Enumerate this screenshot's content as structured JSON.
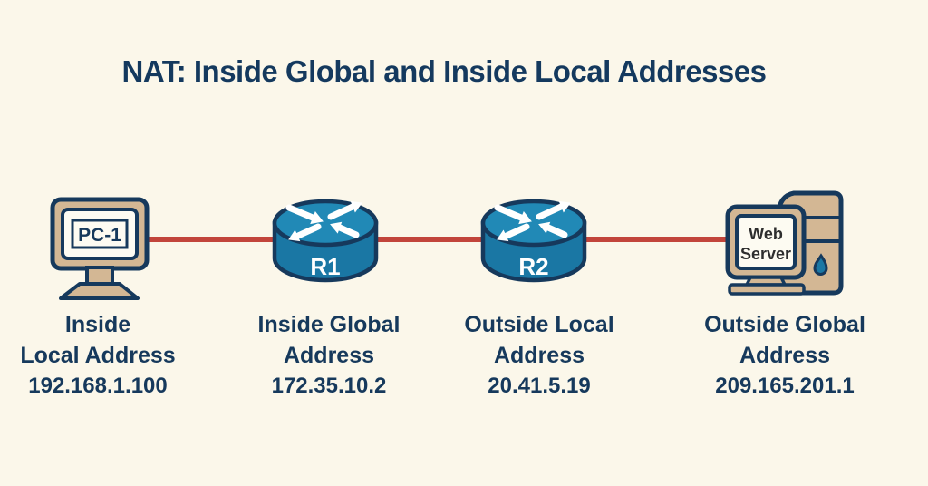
{
  "title": "NAT: Inside Global and Inside Local Addresses",
  "colors": {
    "background": "#fbf7ea",
    "navy_outline": "#16395c",
    "router_teal": "#1a77a4",
    "router_teal_top": "#2189b6",
    "device_tan": "#d3b794",
    "screen_white": "#fdfbf2",
    "link_red": "#c2453b",
    "server_text": "#2e2e2e"
  },
  "devices": [
    {
      "id": "pc",
      "label": "PC-1",
      "icon": "desktop-computer"
    },
    {
      "id": "r1",
      "label": "R1",
      "icon": "router"
    },
    {
      "id": "r2",
      "label": "R2",
      "icon": "router"
    },
    {
      "id": "web-server",
      "label_line1": "Web",
      "label_line2": "Server",
      "icon": "server-tower"
    }
  ],
  "connections": [
    {
      "from": "PC-1",
      "to": "R1"
    },
    {
      "from": "R1",
      "to": "R2"
    },
    {
      "from": "R2",
      "to": "Web Server"
    }
  ],
  "labels": [
    {
      "line1": "Inside",
      "line2": "Local Address",
      "ip": "192.168.1.100"
    },
    {
      "line1": "Inside Global",
      "line2": "Address",
      "ip": "172.35.10.2"
    },
    {
      "line1": "Outside Local",
      "line2": "Address",
      "ip": "20.41.5.19"
    },
    {
      "line1": "Outside Global",
      "line2": "Address",
      "ip": "209.165.201.1"
    }
  ]
}
